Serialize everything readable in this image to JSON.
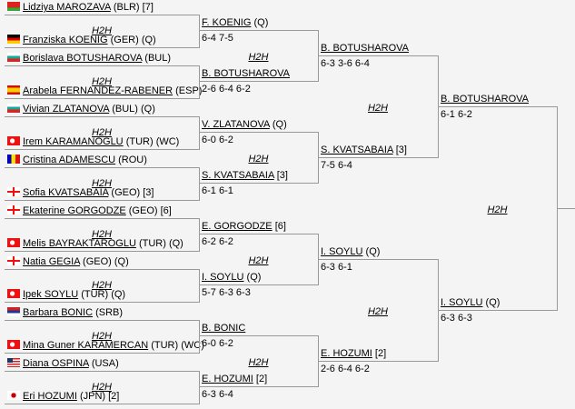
{
  "h2h_label": "H2H",
  "round1": [
    {
      "name": "Lidziya MAROZAVA",
      "suffix": "(BLR) [7]",
      "flag": "BLR"
    },
    {
      "name": "Franziska KOENIG",
      "suffix": "(GER) (Q)",
      "flag": "GER"
    },
    {
      "name": "Borislava BOTUSHAROVA",
      "suffix": "(BUL)",
      "flag": "BUL"
    },
    {
      "name": "Arabela FERNANDEZ-RABENER",
      "suffix": "(ESP)",
      "flag": "ESP"
    },
    {
      "name": "Vivian ZLATANOVA",
      "suffix": "(BUL) (Q)",
      "flag": "BUL"
    },
    {
      "name": "Irem KARAMANOGLU",
      "suffix": "(TUR) (WC)",
      "flag": "TUR"
    },
    {
      "name": "Cristina ADAMESCU",
      "suffix": "(ROU)",
      "flag": "ROU"
    },
    {
      "name": "Sofia KVATSABAIA",
      "suffix": "(GEO) [3]",
      "flag": "GEO"
    },
    {
      "name": "Ekaterine GORGODZE",
      "suffix": "(GEO) [6]",
      "flag": "GEO"
    },
    {
      "name": "Melis BAYRAKTAROGLU",
      "suffix": "(TUR) (Q)",
      "flag": "TUR"
    },
    {
      "name": "Natia GEGIA",
      "suffix": "(GEO) (Q)",
      "flag": "GEO"
    },
    {
      "name": "Ipek SOYLU",
      "suffix": "(TUR) (Q)",
      "flag": "TUR"
    },
    {
      "name": "Barbara BONIC",
      "suffix": "(SRB)",
      "flag": "SRB"
    },
    {
      "name": "Mina Guner KARAMERCAN",
      "suffix": "(TUR) (WC)",
      "flag": "TUR"
    },
    {
      "name": "Diana OSPINA",
      "suffix": "(USA)",
      "flag": "USA"
    },
    {
      "name": "Eri HOZUMI",
      "suffix": "(JPN) [2]",
      "flag": "JPN"
    }
  ],
  "round2": [
    {
      "name": "F. KOENIG",
      "suffix": "(Q)",
      "score": "6-4 7-5"
    },
    {
      "name": "B. BOTUSHAROVA",
      "suffix": "",
      "score": "2-6 6-4 6-2"
    },
    {
      "name": "V. ZLATANOVA",
      "suffix": "(Q)",
      "score": "6-0 6-2"
    },
    {
      "name": "S. KVATSABAIA",
      "suffix": "[3]",
      "score": "6-1 6-1"
    },
    {
      "name": "E. GORGODZE",
      "suffix": "[6]",
      "score": "6-2 6-2"
    },
    {
      "name": "I. SOYLU",
      "suffix": "(Q)",
      "score": "5-7 6-3 6-3"
    },
    {
      "name": "B. BONIC",
      "suffix": "",
      "score": "6-0 6-2"
    },
    {
      "name": "E. HOZUMI",
      "suffix": "[2]",
      "score": "6-3 6-4"
    }
  ],
  "round3": [
    {
      "name": "B. BOTUSHAROVA",
      "suffix": "",
      "score": "6-3 3-6 6-4"
    },
    {
      "name": "S. KVATSABAIA",
      "suffix": "[3]",
      "score": "7-5 6-4"
    },
    {
      "name": "I. SOYLU",
      "suffix": "(Q)",
      "score": "6-3 6-1"
    },
    {
      "name": "E. HOZUMI",
      "suffix": "[2]",
      "score": "2-6 6-4 6-2"
    }
  ],
  "round4": [
    {
      "name": "B. BOTUSHAROVA",
      "suffix": "",
      "score": "6-1 6-2"
    },
    {
      "name": "I. SOYLU",
      "suffix": "(Q)",
      "score": "6-3 6-3"
    }
  ]
}
